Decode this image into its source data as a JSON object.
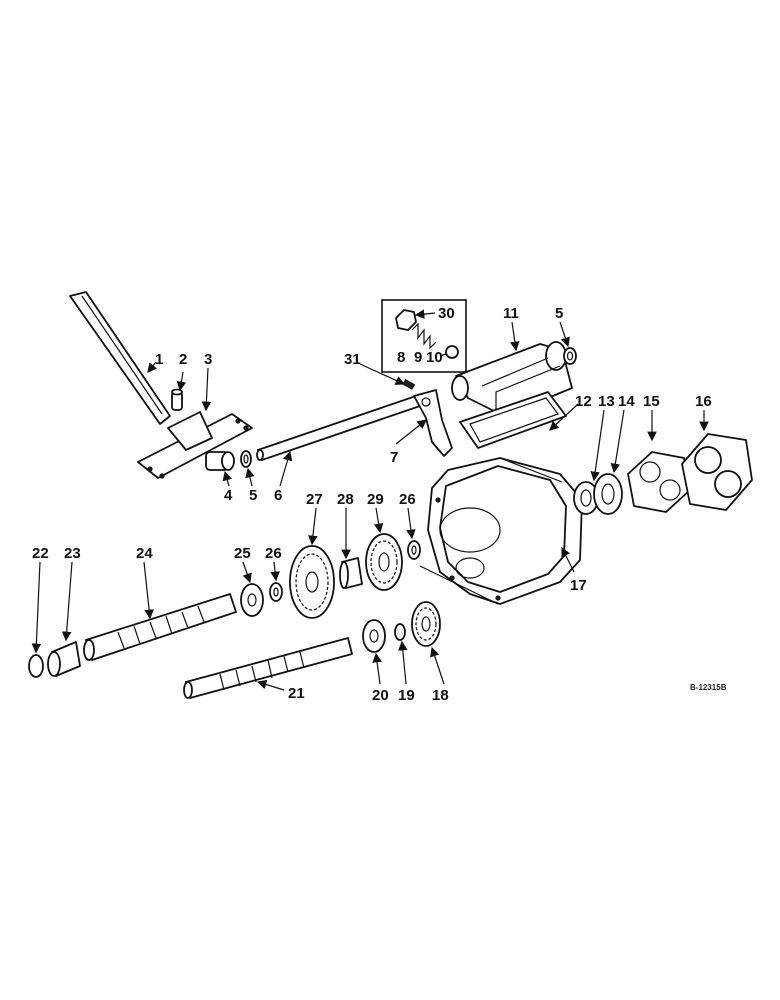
{
  "figure_code": "B-12315B",
  "callouts": {
    "n1": "1",
    "n2": "2",
    "n3": "3",
    "n4": "4",
    "n5a": "5",
    "n5b": "5",
    "n6": "6",
    "n7": "7",
    "n8": "8",
    "n9": "9",
    "n10": "10",
    "n11": "11",
    "n12": "12",
    "n13": "13",
    "n14": "14",
    "n15": "15",
    "n16": "16",
    "n17": "17",
    "n18": "18",
    "n19": "19",
    "n20": "20",
    "n21": "21",
    "n22": "22",
    "n23": "23",
    "n24": "24",
    "n25": "25",
    "n26a": "26",
    "n26b": "26",
    "n27": "27",
    "n28": "28",
    "n29": "29",
    "n30": "30",
    "n31": "31"
  }
}
